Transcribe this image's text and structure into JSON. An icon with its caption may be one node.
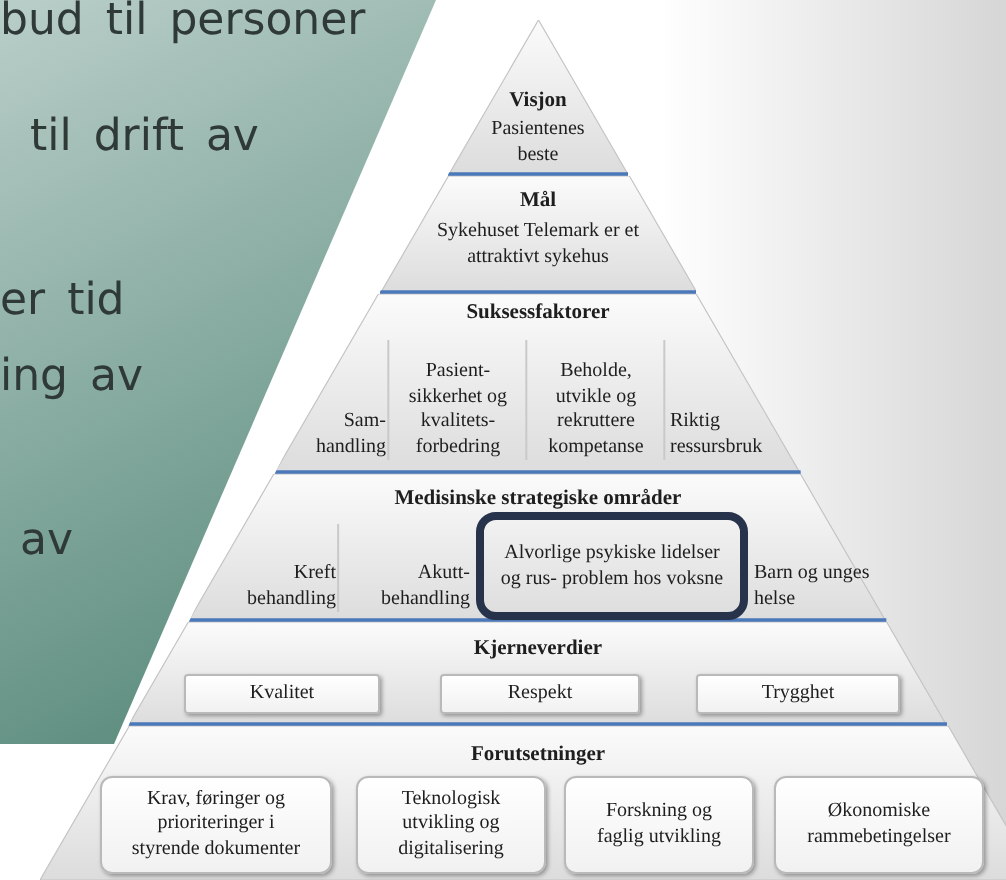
{
  "diagram": {
    "nodes": [
      {
        "text": [
          "Visjon",
          "Pasientenes beste"
        ]
      },
      {
        "text": [
          "Mål",
          "Sykehuset Telemark er et attraktivt sykehus"
        ]
      },
      {
        "text": [
          "Suksessfaktorer"
        ]
      },
      {
        "text": [
          "Sam- handling"
        ],
        "in": 2
      },
      {
        "text": [
          "Pasient- sikkerhet og kvalitets- forbedring"
        ],
        "in": 2
      },
      {
        "text": [
          "Beholde, utvikle og rekruttere kompetanse"
        ],
        "in": 2
      },
      {
        "text": [
          "Riktig ressursbruk"
        ],
        "in": 2
      },
      {
        "text": [
          "Medisinske strategiske områder"
        ]
      },
      {
        "text": [
          "Kreft behandling"
        ],
        "in": 7
      },
      {
        "text": [
          "Akutt- behandling"
        ],
        "in": 7
      },
      {
        "text": [
          "Alvorlige psykiske lidelser og rus- problem hos voksne"
        ],
        "in": 7
      },
      {
        "text": [
          "Barn og unges helse"
        ],
        "in": 7
      },
      {
        "text": [
          "Kjerneverdier"
        ]
      },
      {
        "text": [
          "Kvalitet"
        ],
        "in": 12
      },
      {
        "text": [
          "Respekt"
        ],
        "in": 12
      },
      {
        "text": [
          "Trygghet"
        ],
        "in": 12
      },
      {
        "text": [
          "Forutsetninger"
        ]
      },
      {
        "text": [
          "Krav, føringer og prioriteringer i styrende dokumenter"
        ],
        "in": 16
      },
      {
        "text": [
          "Teknologisk utvikling og digitalisering"
        ],
        "in": 16
      },
      {
        "text": [
          "Forskning og faglig utvikling"
        ],
        "in": 16
      },
      {
        "text": [
          "Økonomiske rammebetingelser"
        ],
        "in": 16
      }
    ],
    "labels": [
      "bud til personer",
      "til drift av",
      "er tid",
      "ing av",
      "av"
    ]
  }
}
